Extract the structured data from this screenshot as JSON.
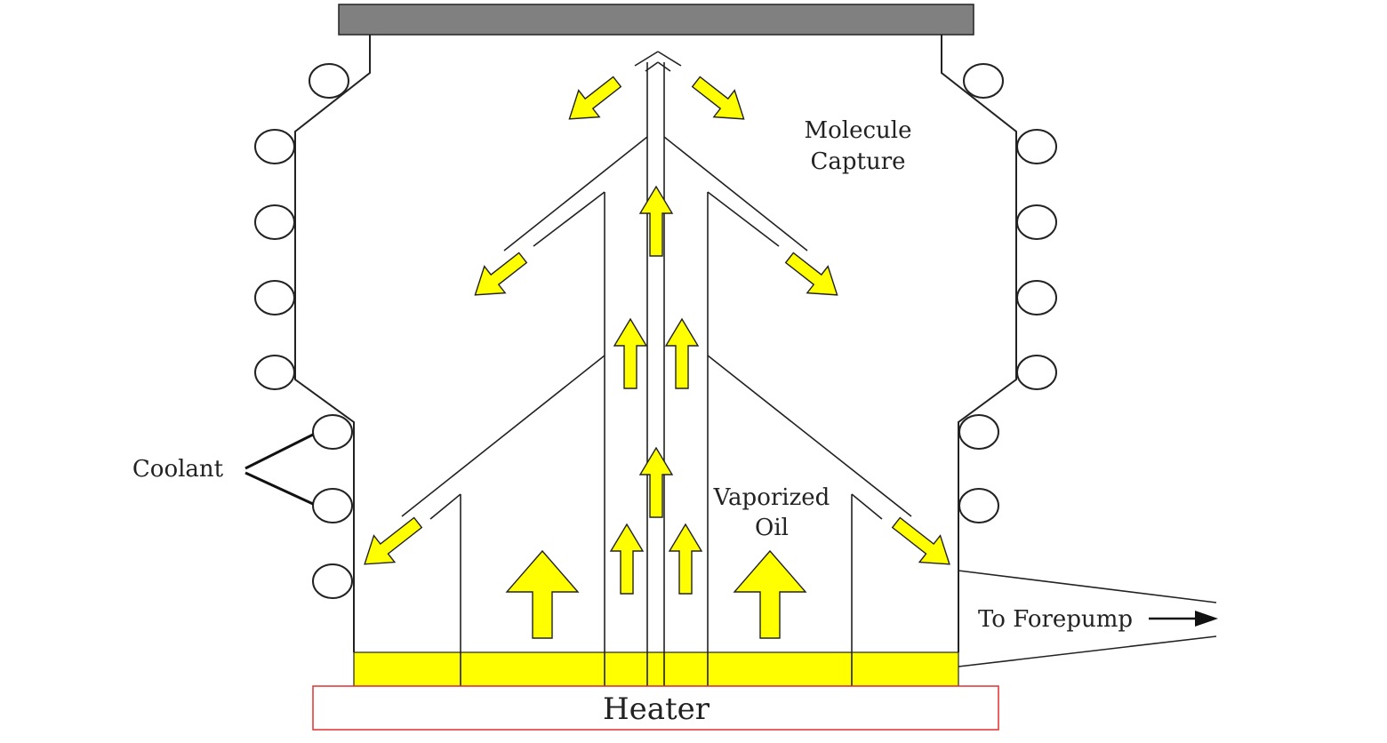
{
  "labels": {
    "molecule_capture_line1": "Molecule",
    "molecule_capture_line2": "Capture",
    "coolant": "Coolant",
    "vaporized_oil_line1": "Vaporized",
    "vaporized_oil_line2": "Oil",
    "to_forepump": "To Forepump",
    "heater": "Heater"
  },
  "colors": {
    "vapor": "#ffff00",
    "top_plate": "#808080",
    "heater_border": "#e03030",
    "ink": "#222222"
  },
  "icons": {
    "coolant_coil": "circle-coil-icon",
    "vapor_flow": "yellow-arrow-icon",
    "exhaust": "right-arrow-icon"
  }
}
